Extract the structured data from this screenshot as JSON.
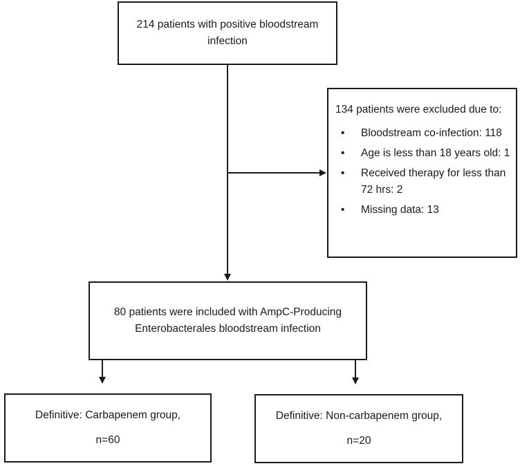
{
  "flowchart": {
    "total": {
      "line1": "214 patients with positive bloodstream",
      "line2": "infection"
    },
    "excluded": {
      "heading": "134 patients were excluded due to:",
      "bullet": "•",
      "items": [
        "Bloodstream co-infection: 118",
        "Age is less than 18 years old: 1",
        "Received therapy for less than 72 hrs: 2",
        "Missing data: 13"
      ]
    },
    "included": {
      "line1": "80 patients were included with AmpC-Producing",
      "line2": "Enterobacterales bloodstream infection"
    },
    "carbapenem": {
      "title": "Definitive: Carbapenem group,",
      "count": "n=60"
    },
    "non_carbapenem": {
      "title": "Definitive: Non-carbapenem group,",
      "count": "n=20"
    }
  }
}
